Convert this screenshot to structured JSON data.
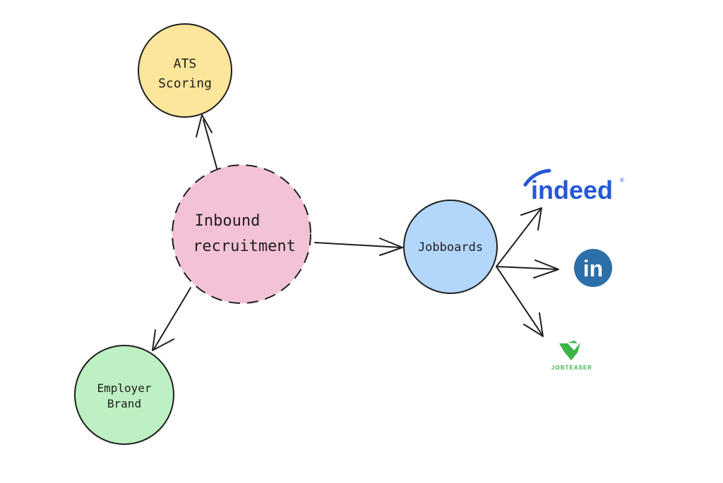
{
  "nodes": {
    "center": {
      "line1": "Inbound",
      "line2": "recruitment",
      "fill": "#f4c2d7",
      "stroke": "dashed"
    },
    "ats": {
      "line1": "ATS",
      "line2": "Scoring",
      "fill": "#fbe69b"
    },
    "brand": {
      "line1": "Employer",
      "line2": "Brand",
      "fill": "#bdf0c2"
    },
    "jobboards": {
      "label": "Jobboards",
      "fill": "#b3d6fb"
    }
  },
  "logos": {
    "indeed": {
      "text": "indeed",
      "mark": "®",
      "color": "#2557d6"
    },
    "linkedin": {
      "text": "in",
      "color": "#2d6fa8"
    },
    "jobteaser": {
      "text": "JOBTEASER",
      "color": "#3db34a"
    }
  },
  "edges": [
    {
      "from": "Inbound recruitment",
      "to": "ATS Scoring"
    },
    {
      "from": "Inbound recruitment",
      "to": "Employer Brand"
    },
    {
      "from": "Inbound recruitment",
      "to": "Jobboards"
    },
    {
      "from": "Jobboards",
      "to": "indeed"
    },
    {
      "from": "Jobboards",
      "to": "in"
    },
    {
      "from": "Jobboards",
      "to": "JOBTEASER"
    }
  ]
}
